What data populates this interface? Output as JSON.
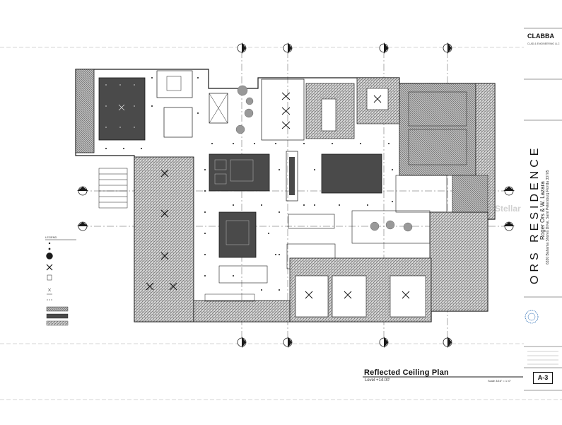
{
  "sheet": {
    "plan_title": "Reflected Ceiling Plan",
    "level": "Level +14.00'",
    "scale": "Scale 3/16\" = 1'-0\"",
    "sheet_number": "A-3"
  },
  "title_block": {
    "firm_logo": "CLABBA",
    "firm_name": "CLAD & ENGINEERING LLC",
    "project_name": "ORS RESIDENCE",
    "owner": "Roger Ors & W. Lazara",
    "address": "6330 Bahama Shores Drive, Saint Petersburg Florida 33705"
  },
  "legend": {
    "title": "LEGEND"
  },
  "watermark": "Stellar",
  "colors": {
    "line": "#1a1a1a",
    "dark_fill": "#4a4a4a",
    "hatch": "#8a8a8a",
    "background": "#ffffff"
  }
}
